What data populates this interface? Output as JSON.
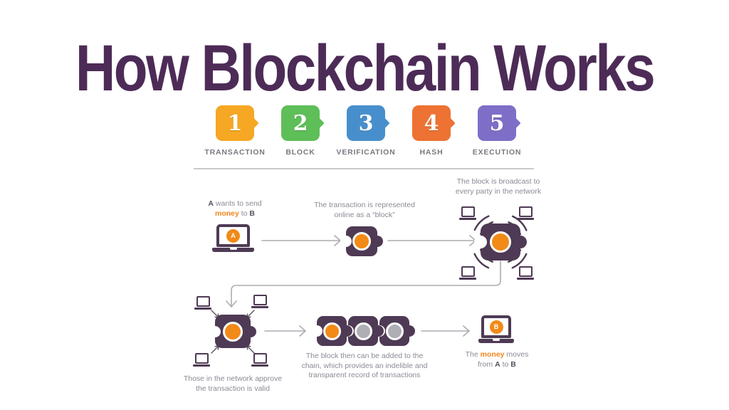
{
  "title": "How Blockchain Works",
  "steps": [
    {
      "num": "1",
      "label": "TRANSACTION",
      "color": "#F6A723"
    },
    {
      "num": "2",
      "label": "BLOCK",
      "color": "#5EBE58"
    },
    {
      "num": "3",
      "label": "VERIFICATION",
      "color": "#478FCC"
    },
    {
      "num": "4",
      "label": "HASH",
      "color": "#ED7233"
    },
    {
      "num": "5",
      "label": "EXECUTION",
      "color": "#7E6EC8"
    }
  ],
  "diagram": {
    "avatars": {
      "sender": "A",
      "receiver": "B"
    },
    "captions": {
      "send": [
        [
          {
            "t": "A",
            "s": "bold"
          },
          {
            "t": " wants to send",
            "s": "plain"
          }
        ],
        [
          {
            "t": "money",
            "s": "orange"
          },
          {
            "t": " to ",
            "s": "plain"
          },
          {
            "t": "B",
            "s": "bold"
          }
        ]
      ],
      "represented": [
        [
          {
            "t": "The transaction is represented",
            "s": "plain"
          }
        ],
        [
          {
            "t": "online as a “block”",
            "s": "plain"
          }
        ]
      ],
      "broadcast": [
        [
          {
            "t": "The block is broadcast to",
            "s": "plain"
          }
        ],
        [
          {
            "t": "every party in the network",
            "s": "plain"
          }
        ]
      ],
      "approve": [
        [
          {
            "t": "Those in the network approve",
            "s": "plain"
          }
        ],
        [
          {
            "t": "the transaction is valid",
            "s": "plain"
          }
        ]
      ],
      "chain": [
        [
          {
            "t": "The block then can be added to the",
            "s": "plain"
          }
        ],
        [
          {
            "t": "chain, which provides an indelible and",
            "s": "plain"
          }
        ],
        [
          {
            "t": "transparent record of transactions",
            "s": "plain"
          }
        ]
      ],
      "money_moves": [
        [
          {
            "t": "The ",
            "s": "plain"
          },
          {
            "t": "money",
            "s": "orange"
          },
          {
            "t": " moves",
            "s": "plain"
          }
        ],
        [
          {
            "t": "from ",
            "s": "plain"
          },
          {
            "t": "A",
            "s": "bold"
          },
          {
            "t": " to ",
            "s": "plain"
          },
          {
            "t": "B",
            "s": "bold"
          }
        ]
      ]
    },
    "colors": {
      "title": "#4D2B57",
      "block_purple": "#4E3A54",
      "token_orange": "#F28A18",
      "token_gray": "#AEAEB4",
      "arrow_gray": "#ADACB2",
      "caption_gray": "#8C8994"
    }
  }
}
